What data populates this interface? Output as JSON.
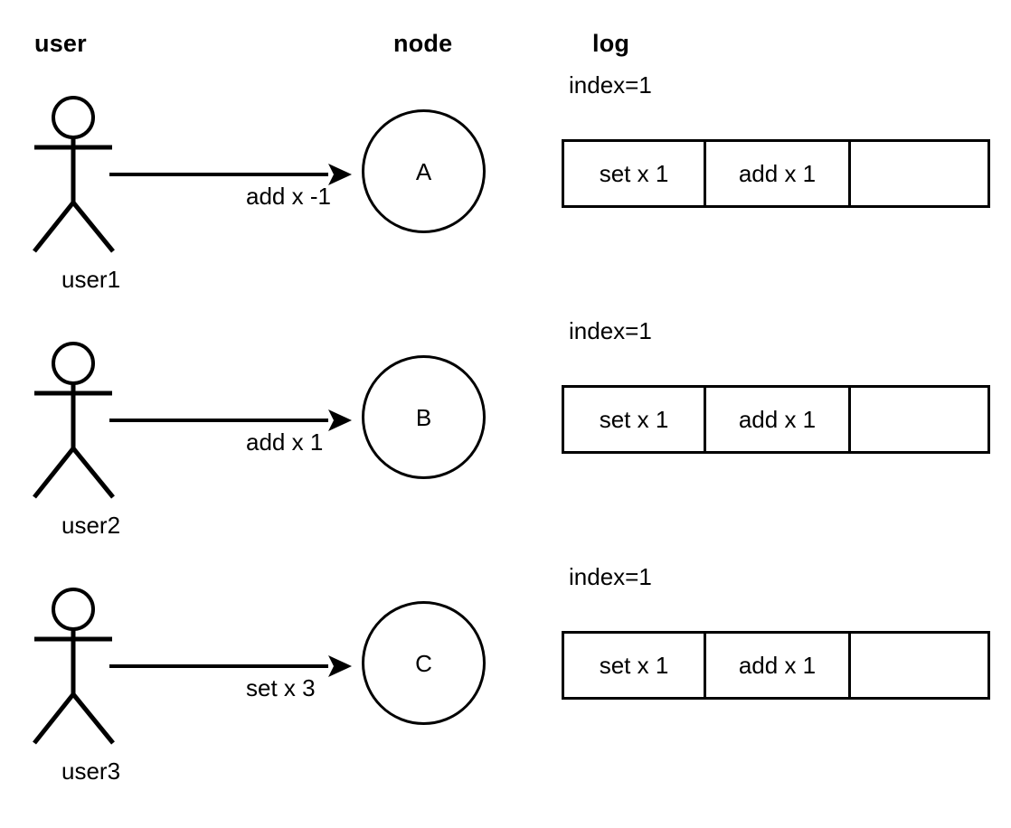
{
  "headers": {
    "user": "user",
    "node": "node",
    "log": "log"
  },
  "colors": {
    "stroke": "#000000",
    "background": "#ffffff"
  },
  "rows": [
    {
      "actor_label": "user1",
      "message": "add x -1",
      "node_label": "A",
      "log": {
        "index_label": "index=1",
        "cells": [
          "set x 1",
          "add x 1",
          ""
        ]
      }
    },
    {
      "actor_label": "user2",
      "message": "add x 1",
      "node_label": "B",
      "log": {
        "index_label": "index=1",
        "cells": [
          "set x 1",
          "add x 1",
          ""
        ]
      }
    },
    {
      "actor_label": "user3",
      "message": "set x 3",
      "node_label": "C",
      "log": {
        "index_label": "index=1",
        "cells": [
          "set x 1",
          "add x 1",
          ""
        ]
      }
    }
  ]
}
